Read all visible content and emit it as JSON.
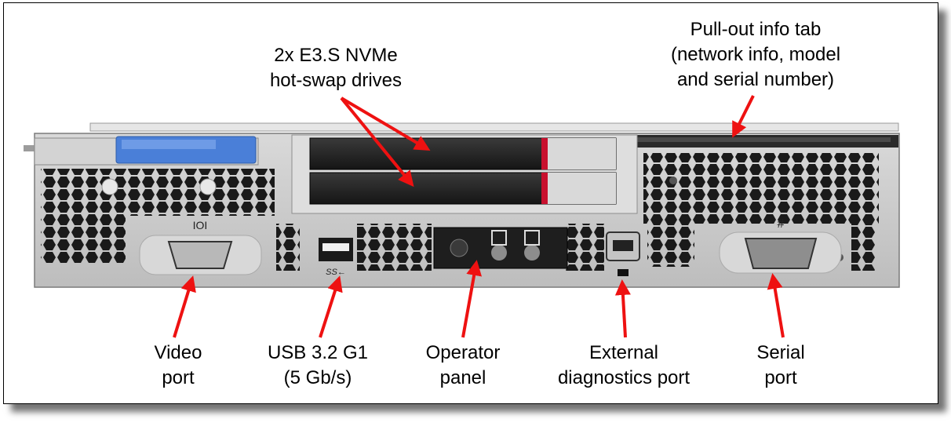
{
  "labels": {
    "drives": [
      "2x E3.S NVMe",
      "hot-swap drives"
    ],
    "info_tab": [
      "Pull-out info tab",
      "(network info, model",
      "and serial number)"
    ],
    "video": [
      "Video",
      "port"
    ],
    "usb": [
      "USB 3.2 G1",
      "(5 Gb/s)"
    ],
    "operator": [
      "Operator",
      "panel"
    ],
    "diagnostics": [
      "External",
      "diagnostics port"
    ],
    "serial": [
      "Serial",
      "port"
    ]
  },
  "port_marks": {
    "video_symbol": "IOI",
    "usb_symbol": "SS←",
    "serial_symbol": "#"
  },
  "colors": {
    "arrow": "#ee1111",
    "chassis": "#c8c8c8",
    "blue_handle": "#4a7fd8",
    "drive_red": "#c8102e",
    "panel": "#1e1e1e"
  }
}
